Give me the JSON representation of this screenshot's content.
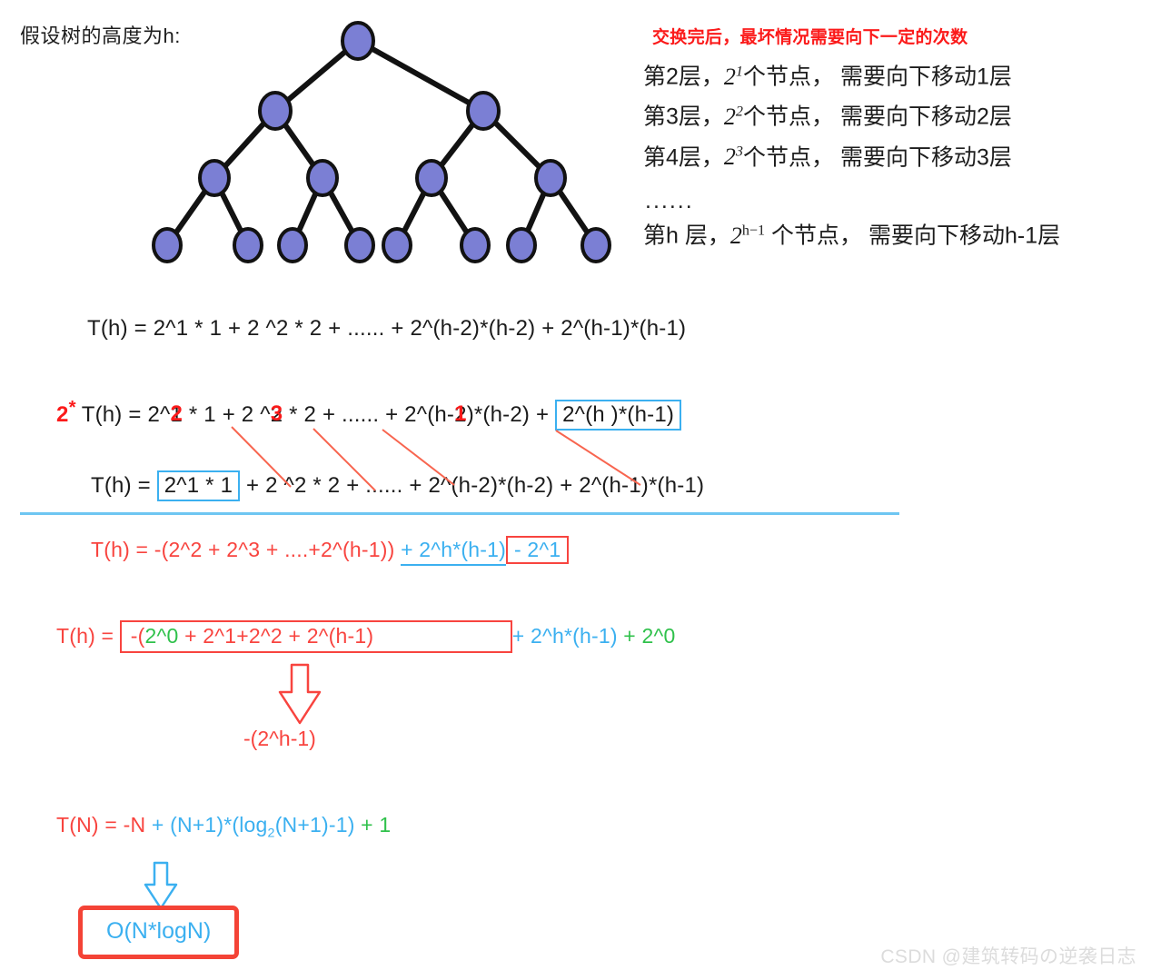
{
  "tree": {
    "caption": "假设树的高度为h:",
    "node_color": "#7b7fd4",
    "edge_color": "#121212",
    "levels": 4,
    "node_counts": [
      1,
      2,
      4,
      8
    ]
  },
  "levels_panel": {
    "title": "交换完后，最坏情况需要向下一定的次数",
    "lines": [
      {
        "prefix": "第2层，",
        "base": "2",
        "exp": "1",
        "middle": "个节点，",
        "suffix": "需要向下移动1层"
      },
      {
        "prefix": "第3层，",
        "base": "2",
        "exp": "2",
        "middle": "个节点，",
        "suffix": "需要向下移动2层"
      },
      {
        "prefix": "第4层，",
        "base": "2",
        "exp": "3",
        "middle": "个节点，",
        "suffix": "需要向下移动3层"
      }
    ],
    "ellipsis": "......",
    "last_line": {
      "prefix": "第h 层，",
      "base": "2",
      "exp": "h−1",
      "middle": " 个节点，",
      "suffix": "需要向下移动h-1层"
    }
  },
  "equations": {
    "eq1": {
      "lhs": "T(h) = ",
      "body": "2^1 * 1  + 2 ^2 * 2 + ...... + 2^(h-2)*(h-2) + 2^(h-1)*(h-1)"
    },
    "eq2": {
      "multiplier": "2",
      "multiplier_sup": "*",
      "lhs": "T(h) = ",
      "term1_base": "2^",
      "term1_orig_exp": "1",
      "term1_new_exp": "2",
      "term1_tail": " * 1  + 2 ^",
      "term2_orig_exp": "2",
      "term2_new_exp": "3",
      "term2_tail": " * 2 + ...... + 2^(h-",
      "term3_orig_digit": "2",
      "term3_new_digit": "1",
      "term3_tail": ")*(h-2) + ",
      "boxed": "2^(h   )*(h-1)"
    },
    "eq3": {
      "lhs": "T(h) = ",
      "boxed": "2^1 * 1",
      "rest": " + 2 ^2 * 2 + ...... + 2^(h-2)*(h-2) + 2^(h-1)*(h-1)"
    },
    "eq4": {
      "lhs_red": "T(h) = -(2^2 + 2^3 + ....+2^(h-1))",
      "blue_underlined": "+ 2^h*(h-1)",
      "boxed_red": "- 2^1"
    },
    "eq5": {
      "lhs_red": "T(h) = ",
      "box_prefix_red": "-(",
      "box_green": "2^0",
      "box_rest_red": " + 2^1+2^2 + 2^(h-1)",
      "blue_tail": "+ 2^h*(h-1)",
      "green_tail": "+ 2^0"
    },
    "arrow_result": "-(2^h-1)",
    "eq_final": {
      "red_part": "T(N) = -N ",
      "blue_prefix": "+ (N+1)*(log",
      "blue_sub": "2",
      "blue_suffix": "(N+1)-1)",
      "green_part": " + 1"
    }
  },
  "result": {
    "text": "O(N*logN)",
    "box_color": "#f44336",
    "text_color": "#3bb0f0"
  },
  "watermark": "CSDN @建筑转码の逆袭日志"
}
